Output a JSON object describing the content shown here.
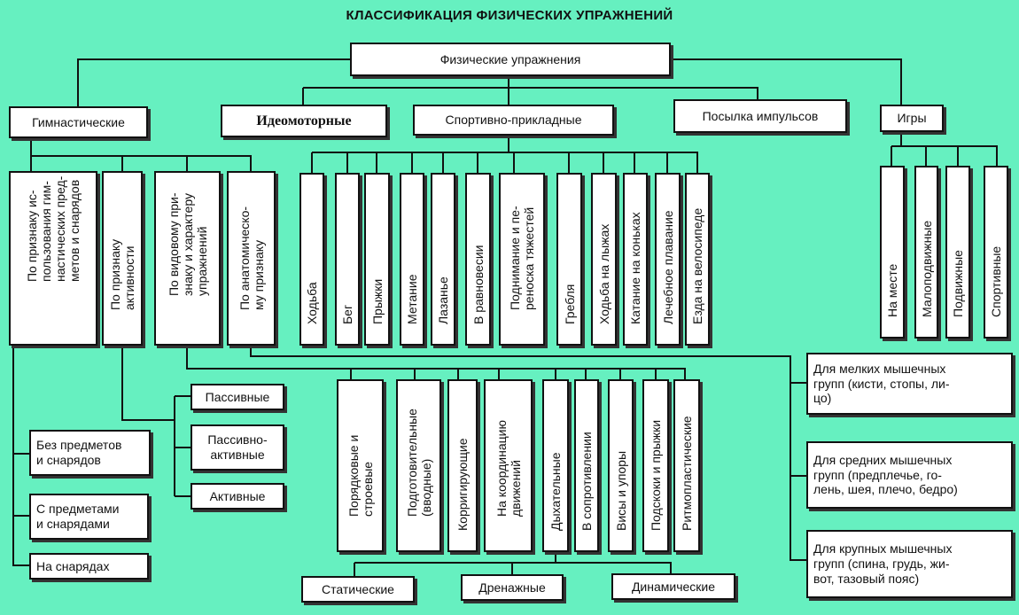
{
  "title": "КЛАССИФИКАЦИЯ ФИЗИЧЕСКИХ УПРАЖНЕНИЙ",
  "root": "Физические упражнения",
  "categories": [
    "Гимнастические",
    "Идеомоторные",
    "Спортивно-прикладные",
    "Посылка импульсов",
    "Игры"
  ],
  "gym_criteria": [
    "По признаку ис-\nпользования гим-\nнастических пред-\nметов и снарядов",
    "По признаку\nактивности",
    "По видовому при-\nзнаку и характеру\nупражнений",
    "По анатомическо-\nму признаку"
  ],
  "sport": [
    "Ходьба",
    "Бег",
    "Прыжки",
    "Метание",
    "Лазанье",
    "В равновесии",
    "Поднимание и пе-\nреноска тяжестей",
    "Гребля",
    "Ходьба на лыжах",
    "Катание на коньках",
    "Лечебное плавание",
    "Езда на велосипеде"
  ],
  "games": [
    "На месте",
    "Малоподвижные",
    "Подвижные",
    "Спортивные"
  ],
  "equipment": [
    "Без предметов\nи снарядов",
    "С предметами\nи снарядами",
    "На снарядах"
  ],
  "activity": [
    "Пассивные",
    "Пассивно-\nактивные",
    "Активные"
  ],
  "kinds": [
    "Порядковые и\nстроевые",
    "Подготовительные\n(вводные)",
    "Корригирующие",
    "На координацию\nдвижений",
    "Дыхательные",
    "В сопротивлении",
    "Висы и упоры",
    "Подскоки и прыжки",
    "Ритмопластические"
  ],
  "breathing": [
    "Статические",
    "Дренажные",
    "Динамические"
  ],
  "anatomy": [
    "Для мелких мышечных\nгрупп (кисти, стопы, ли-\nцо)",
    "Для средних мышечных\nгрупп (предплечье, го-\nлень, шея, плечо, бедро)",
    "Для крупных мышечных\nгрупп (спина, грудь, жи-\nвот, тазовый пояс)"
  ]
}
